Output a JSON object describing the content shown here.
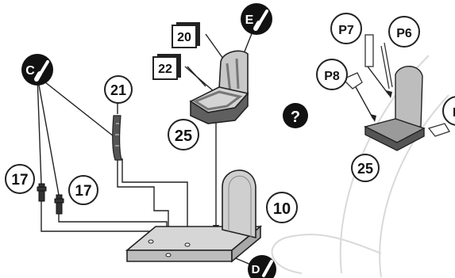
{
  "callouts": {
    "c_label": "C",
    "e_label": "E",
    "d_label": "D",
    "p7": "P7",
    "p6": "P6",
    "p8": "P8",
    "p_cut": "P",
    "part_20": "20",
    "part_22": "22",
    "part_21": "21",
    "part_25_main": "25",
    "part_25_detail": "25",
    "part_17_left": "17",
    "part_17_right": "17",
    "part_10": "10",
    "question": "?"
  },
  "colors": {
    "ink": "#222222",
    "seat_fill": "#d0d0d0",
    "seat_dark": "#6e6e6e",
    "plate_fill": "#d6d6d6",
    "panel_fill": "#cfcfcf",
    "watermark": "#e3e3e3"
  }
}
